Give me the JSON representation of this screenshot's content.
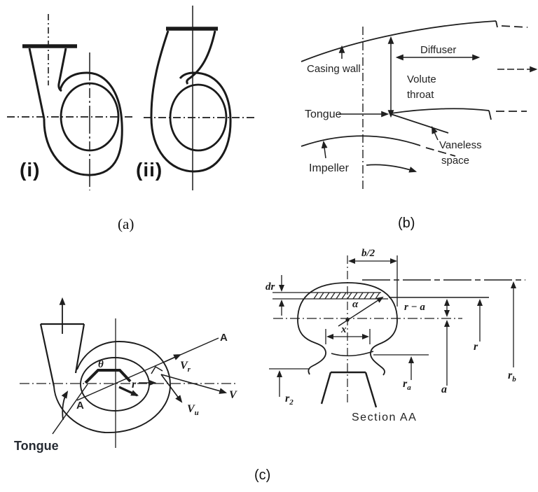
{
  "panel_a": {
    "caption": "(a)",
    "label_i": "(i)",
    "label_ii": "(ii)"
  },
  "panel_b": {
    "caption": "(b)",
    "casing_wall": "Casing wall",
    "diffuser": "Diffuser",
    "volute_line1": "Volute",
    "volute_line2": "throat",
    "tongue": "Tongue",
    "impeller": "Impeller",
    "vaneless_line1": "Vaneless",
    "vaneless_line2": "space"
  },
  "panel_c": {
    "caption": "(c)",
    "left": {
      "tongue": "Tongue",
      "theta": "θ",
      "r": "r",
      "a_upper": "A",
      "a_lower": "A",
      "v": "V",
      "v_r_main": "V",
      "v_r_sub": "r",
      "v_u_main": "V",
      "v_u_sub": "u"
    },
    "right": {
      "b_half": "b/2",
      "dr": "dr",
      "alpha": "α",
      "r_minus_a": "r − a",
      "x": "x",
      "r": "r",
      "a": "a",
      "r_a_main": "r",
      "r_a_sub": "a",
      "r_b_main": "r",
      "r_b_sub": "b",
      "r_2_main": "r",
      "r_2_sub": "2",
      "section": "Section AA"
    }
  },
  "colors": {
    "ink": "#1f1f1f",
    "background": "#ffffff"
  }
}
